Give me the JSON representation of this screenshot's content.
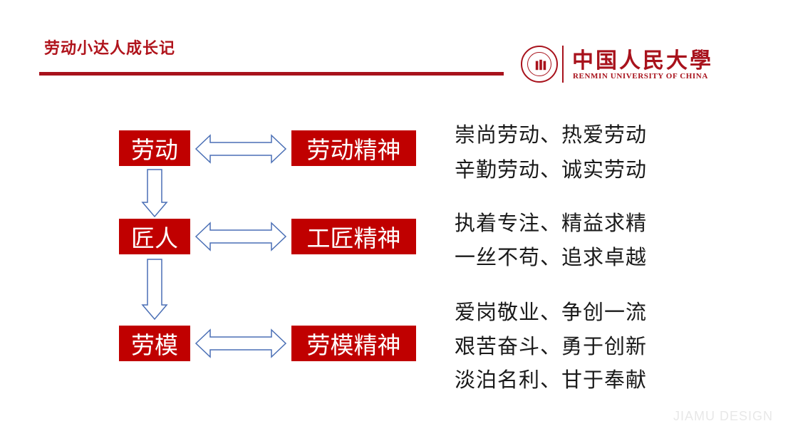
{
  "header": {
    "title": "劳动小达人成长记"
  },
  "logo": {
    "name_cn": "中国人民大學",
    "name_en": "RENMIN UNIVERSITY OF CHINA"
  },
  "rows": [
    {
      "term": "劳动",
      "spirit": "劳动精神",
      "description": [
        "崇尚劳动、热爱劳动",
        "辛勤劳动、诚实劳动"
      ]
    },
    {
      "term": "匠人",
      "spirit": "工匠精神",
      "description": [
        "执着专注、精益求精",
        "一丝不苟、追求卓越"
      ]
    },
    {
      "term": "劳模",
      "spirit": "劳模精神",
      "description": [
        "爱岗敬业、争创一流",
        "艰苦奋斗、勇于创新",
        "淡泊名利、甘于奉献"
      ]
    }
  ],
  "watermark": "JIAMU DESIGN",
  "colors": {
    "accent": "#c00000",
    "title": "#b0141c",
    "arrow_stroke": "#4a6fb5"
  }
}
